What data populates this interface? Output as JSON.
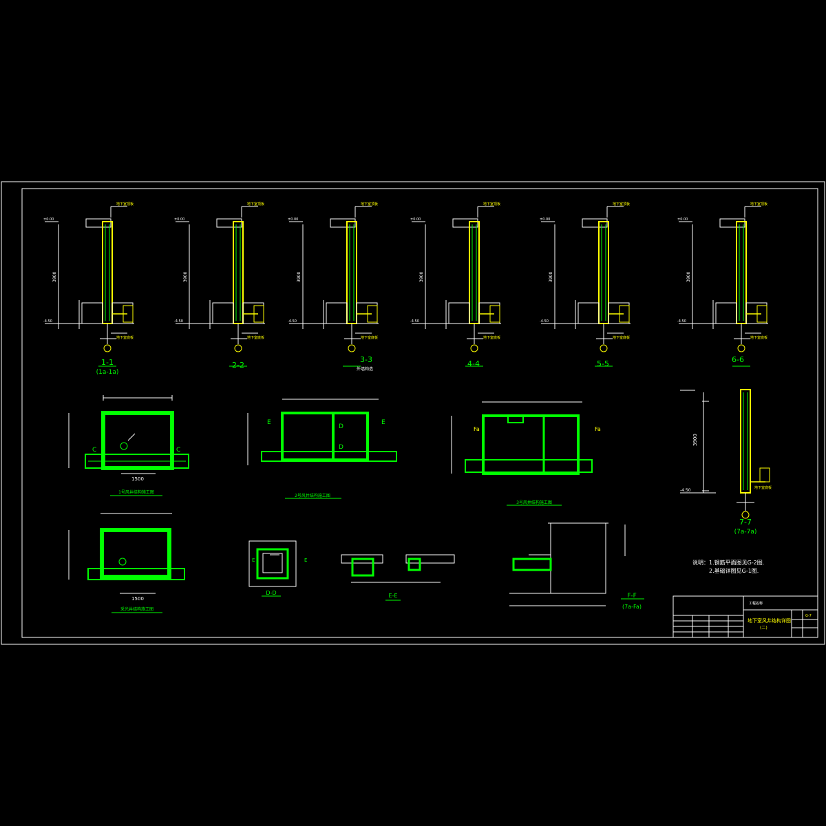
{
  "sections": {
    "s1": {
      "title": "1-1",
      "sub": "(1a-1a)"
    },
    "s2": {
      "title": "2-2",
      "sub": ""
    },
    "s3": {
      "title": "3-3",
      "sub": "外墙构造"
    },
    "s4": {
      "title": "4-4",
      "sub": ""
    },
    "s5": {
      "title": "5-5",
      "sub": ""
    },
    "s6": {
      "title": "6-6",
      "sub": ""
    },
    "s7": {
      "title": "7-7",
      "sub": "(7a-7a)"
    }
  },
  "labels": {
    "wall_top": "地下室顶板",
    "wall_bottom": "地下室底板",
    "elev_top": "±0.00",
    "elev_bottom": "-4.50",
    "dim_3900": "3900",
    "dim_1500": "1500"
  },
  "plans": {
    "p1": {
      "title": "1号风井结构施工图"
    },
    "p2": {
      "title": "2号风井结构施工图"
    },
    "p3": {
      "title": "3号风井结构施工图"
    },
    "p4": {
      "title": "采光井结构施工图"
    }
  },
  "details": {
    "d": {
      "title": "D-D"
    },
    "e": {
      "title": "E-E"
    },
    "f": {
      "title": "F-F",
      "sub": "(7a-Fa)"
    }
  },
  "notes": {
    "head": "说明：",
    "line1": "1.钢筋平面图见G-2图.",
    "line2": "2.基础详图见G-1图."
  },
  "titleblock": {
    "drawing_title": "地下室风井结构详图",
    "drawing_sub": "(二)",
    "project": "工程名称",
    "sheet_no": "G-7"
  }
}
